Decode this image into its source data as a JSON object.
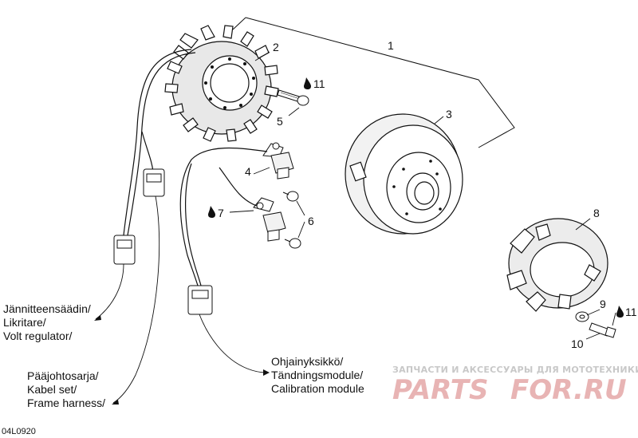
{
  "diagram": {
    "callouts": {
      "c1": "1",
      "c2": "2",
      "c3": "3",
      "c4": "4",
      "c5": "5",
      "c6": "6",
      "c7": "7",
      "c8": "8",
      "c9": "9",
      "c10": "10",
      "c11a": "11",
      "c11b": "11"
    },
    "labels": {
      "voltage_regulator": [
        "Jännitteensäädin/",
        "Likritare/",
        "Volt regulator/"
      ],
      "frame_harness": [
        "Pääjohtosarja/",
        "Kabel set/",
        "Frame harness/"
      ],
      "calibration_module": [
        "Ohjainyksikkö/",
        "Tändningsmodule/",
        "Calibration module"
      ]
    },
    "drawing_code": "04L0920",
    "watermark": {
      "line1": "ЗАПЧАСТИ И АКСЕССУАРЫ ДЛЯ МОТОТЕХНИКИ",
      "brand_left": "PARTS",
      "brand_right": "FOR.RU"
    },
    "icons": [
      "oil-drop-icon"
    ],
    "colors": {
      "line": "#111111",
      "watermark_text": "#c8c8c8",
      "watermark_brand": "#e8b4b4"
    }
  }
}
